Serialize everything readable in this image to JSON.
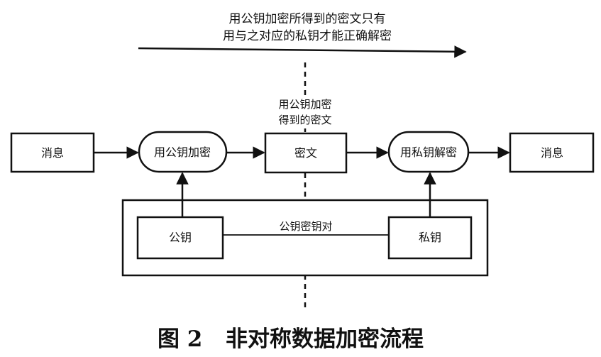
{
  "top_note": {
    "line1": "用公钥加密所得到的密文只有",
    "line2": "用与之对应的私钥才能正确解密"
  },
  "mid_note": {
    "line1": "用公钥加密",
    "line2": "得到的密文"
  },
  "nodes": {
    "message_in": "消息",
    "public_encrypt": "用公钥加密",
    "ciphertext": "密文",
    "private_decrypt": "用私钥解密",
    "message_out": "消息",
    "public_key": "公钥",
    "private_key": "私钥"
  },
  "key_pair_label": "公钥密钥对",
  "caption": {
    "figure": "图 2",
    "title": "非对称数据加密流程"
  }
}
